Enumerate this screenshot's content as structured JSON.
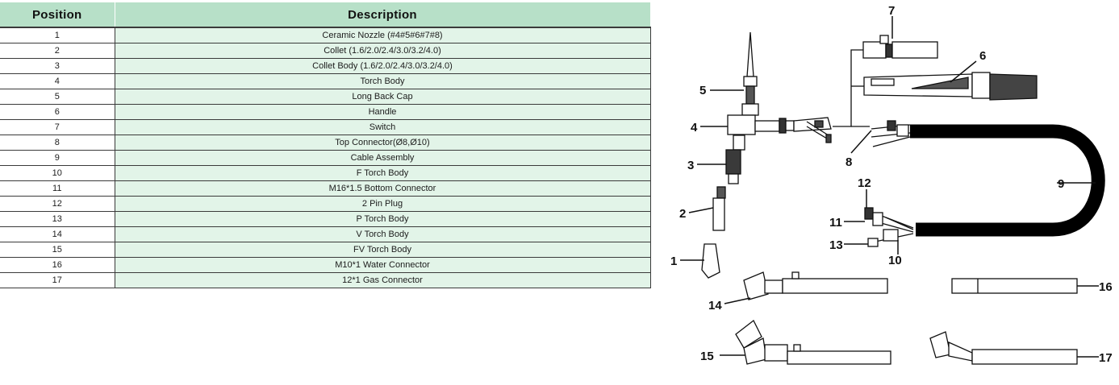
{
  "table": {
    "headers": {
      "position": "Position",
      "description": "Description"
    },
    "rows": [
      {
        "position": "1",
        "description": "Ceramic Nozzle (#4#5#6#7#8)"
      },
      {
        "position": "2",
        "description": "Collet (1.6/2.0/2.4/3.0/3.2/4.0)"
      },
      {
        "position": "3",
        "description": "Collet Body (1.6/2.0/2.4/3.0/3.2/4.0)"
      },
      {
        "position": "4",
        "description": "Torch Body"
      },
      {
        "position": "5",
        "description": "Long Back Cap"
      },
      {
        "position": "6",
        "description": "Handle"
      },
      {
        "position": "7",
        "description": "Switch"
      },
      {
        "position": "8",
        "description": "Top Connector(Ø8,Ø10)"
      },
      {
        "position": "9",
        "description": "Cable Assembly"
      },
      {
        "position": "10",
        "description": "F Torch Body"
      },
      {
        "position": "11",
        "description": "M16*1.5 Bottom Connector"
      },
      {
        "position": "12",
        "description": "2 Pin Plug"
      },
      {
        "position": "13",
        "description": "P Torch Body"
      },
      {
        "position": "14",
        "description": "V Torch Body"
      },
      {
        "position": "15",
        "description": "FV Torch Body"
      },
      {
        "position": "16",
        "description": "M10*1 Water  Connector"
      },
      {
        "position": "17",
        "description": "12*1 Gas  Connector"
      }
    ]
  },
  "diagram": {
    "callouts": [
      "1",
      "2",
      "3",
      "4",
      "5",
      "6",
      "7",
      "8",
      "9",
      "10",
      "11",
      "12",
      "13",
      "14",
      "15",
      "16",
      "17"
    ]
  },
  "colors": {
    "header_bg": "#b7e0c8",
    "description_bg": "#e2f4e8",
    "rule": "#3a3a3a"
  }
}
